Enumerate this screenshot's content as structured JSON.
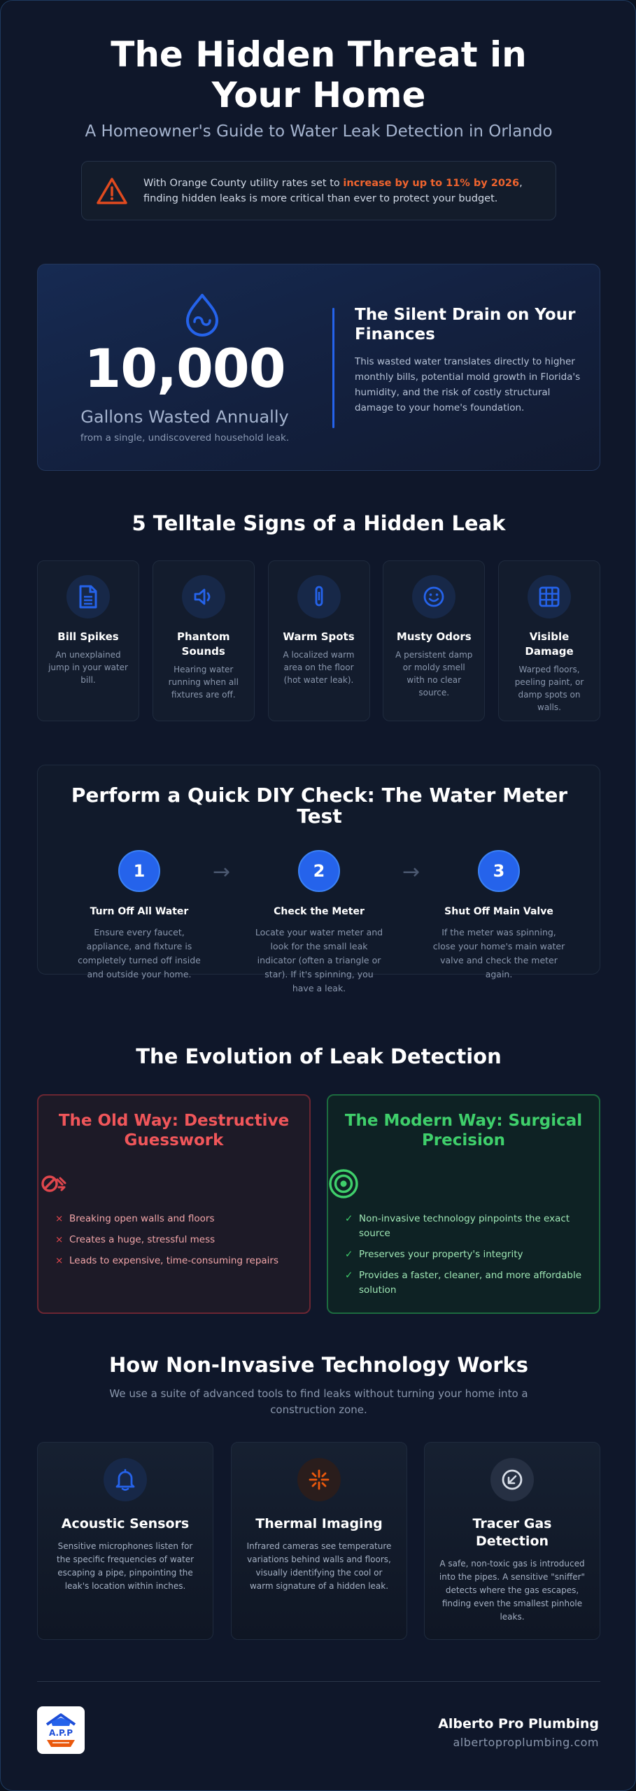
{
  "header": {
    "title": "The Hidden Threat in Your Home",
    "subtitle": "A Homeowner's Guide to Water Leak Detection in Orlando",
    "alert_pre": "With Orange County utility rates set to ",
    "alert_highlight": "increase by up to 11% by 2026",
    "alert_post": ", finding hidden leaks is more critical than ever to protect your budget."
  },
  "stat": {
    "number": "10,000",
    "label": "Gallons Wasted Annually",
    "sub": "from a single, undiscovered household leak.",
    "heading": "The Silent Drain on Your Finances",
    "body": "This wasted water translates directly to higher monthly bills, potential mold growth in Florida's humidity, and the risk of costly structural damage to your home's foundation."
  },
  "signs": {
    "heading": "5 Telltale Signs of a Hidden Leak",
    "items": [
      {
        "name": "Bill Spikes",
        "desc": "An unexplained jump in your water bill.",
        "icon": "document-icon"
      },
      {
        "name": "Phantom Sounds",
        "desc": "Hearing water running when all fixtures are off.",
        "icon": "speaker-icon"
      },
      {
        "name": "Warm Spots",
        "desc": "A localized warm area on the floor (hot water leak).",
        "icon": "thermometer-icon"
      },
      {
        "name": "Musty Odors",
        "desc": "A persistent damp or moldy smell with no clear source.",
        "icon": "smiley-icon"
      },
      {
        "name": "Visible Damage",
        "desc": "Warped floors, peeling paint, or damp spots on walls.",
        "icon": "grid-icon"
      }
    ]
  },
  "diy": {
    "heading": "Perform a Quick DIY Check: The Water Meter Test",
    "steps": [
      {
        "num": "1",
        "title": "Turn Off All Water",
        "desc": "Ensure every faucet, appliance, and fixture is completely turned off inside and outside your home."
      },
      {
        "num": "2",
        "title": "Check the Meter",
        "desc": "Locate your water meter and look for the small leak indicator (often a triangle or star). If it's spinning, you have a leak."
      },
      {
        "num": "3",
        "title": "Shut Off Main Valve",
        "desc": "If the meter was spinning, close your home's main water valve and check the meter again."
      }
    ],
    "arrow": "→"
  },
  "evolution": {
    "heading": "The Evolution of Leak Detection",
    "old": {
      "title": "The Old Way: Destructive Guesswork",
      "mark": "×",
      "items": [
        "Breaking open walls and floors",
        "Creates a huge, stressful mess",
        "Leads to expensive, time-consuming repairs"
      ]
    },
    "modern": {
      "title": "The Modern Way: Surgical Precision",
      "mark": "✓",
      "items": [
        "Non-invasive technology pinpoints the exact source",
        "Preserves your property's integrity",
        "Provides a faster, cleaner, and more affordable solution"
      ]
    }
  },
  "tech": {
    "heading": "How Non-Invasive Technology Works",
    "sub": "We use a suite of advanced tools to find leaks without turning your home into a construction zone.",
    "items": [
      {
        "name": "Acoustic Sensors",
        "desc": "Sensitive microphones listen for the specific frequencies of water escaping a pipe, pinpointing the leak's location within inches."
      },
      {
        "name": "Thermal Imaging",
        "desc": "Infrared cameras see temperature variations behind walls and floors, visually identifying the cool or warm signature of a hidden leak."
      },
      {
        "name": "Tracer Gas Detection",
        "desc": "A safe, non-toxic gas is introduced into the pipes. A sensitive \"sniffer\" detects where the gas escapes, finding even the smallest pinhole leaks."
      }
    ]
  },
  "footer": {
    "brand": "Alberto Pro Plumbing",
    "url": "albertoproplumbing.com",
    "logo_text": "A.P.P"
  },
  "colors": {
    "accent_blue": "#2563eb",
    "alert_orange": "#f0642e",
    "old_red": "#f0565a",
    "modern_green": "#3fcf6b"
  }
}
